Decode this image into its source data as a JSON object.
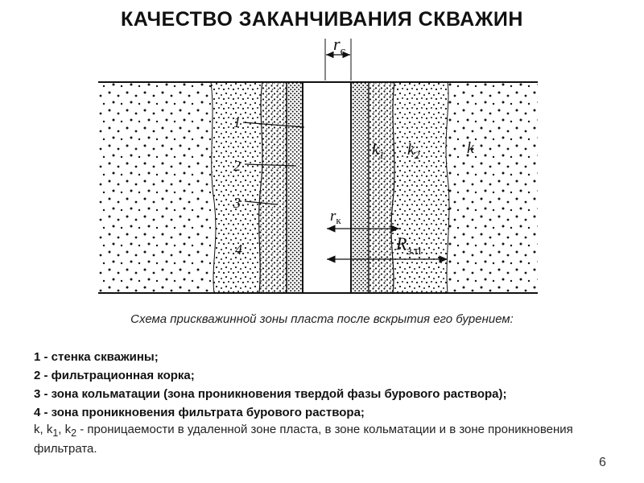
{
  "title": "КАЧЕСТВО ЗАКАНЧИВАНИЯ СКВАЖИН",
  "diagram": {
    "label_rc_main": "r",
    "label_rc_sub": "с",
    "label_1": "1",
    "label_2": "2",
    "label_3": "3",
    "label_4": "4",
    "label_k": "k",
    "label_k1_main": "k",
    "label_k1_sub": "1",
    "label_k2_main": "k",
    "label_k2_sub": "2",
    "label_rk_main": "r",
    "label_rk_sub": "к",
    "label_R_main": "R",
    "label_R_sub": "з.п"
  },
  "caption": "Схема прискважинной зоны пласта после вскрытия его бурением:",
  "legend": {
    "item1": "1 - стенка скважины;",
    "item2": "2 - фильтрационная корка;",
    "item3": "3 - зона кольматации (зона проникновения твердой фазы бурового раствора);",
    "item4": "4 - зона проникновения фильтрата бурового раствора;",
    "note_k": "k, k",
    "note_k1_sub": "1",
    "note_comma": ", k",
    "note_k2_sub": "2",
    "note_rest": " - проницаемости в удаленной зоне пласта, в зоне кольматации и в зоне проникновения фильтрата."
  },
  "page_number": "6"
}
